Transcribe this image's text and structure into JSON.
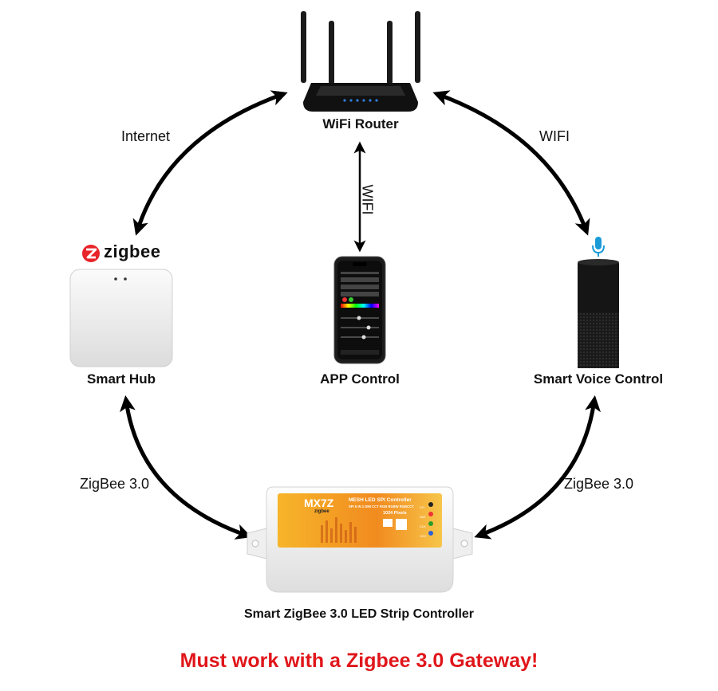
{
  "nodes": {
    "router": {
      "label": "WiFi Router"
    },
    "hub": {
      "label": "Smart Hub",
      "brand": "zigbee"
    },
    "app": {
      "label": "APP Control"
    },
    "voice": {
      "label": "Smart Voice Control"
    },
    "controller": {
      "label": "Smart ZigBee 3.0 LED Strip Controller",
      "model": "MX7Z",
      "title": "MESH LED SPI Controller",
      "subtitle": "SPI 5 IN 1 DIM CCT RGB RGBW RGBCCT",
      "pixels": "1024 Pixels",
      "brand": "zigbee",
      "ports": [
        "CH",
        "DAT",
        "CLK",
        "VCC"
      ]
    }
  },
  "edges": {
    "hub_router": "Internet",
    "router_voice": "WIFI",
    "router_app": "WIFI",
    "hub_controller": "ZigBee 3.0",
    "voice_controller": "ZigBee 3.0"
  },
  "footer": "Must work with a Zigbee 3.0 Gateway!",
  "colors": {
    "footer": "#e0161b",
    "arrow": "#000000",
    "zigbee_logo": "#e8232a",
    "controller_label": "#f6a21c",
    "mic": "#1a9bd7"
  }
}
